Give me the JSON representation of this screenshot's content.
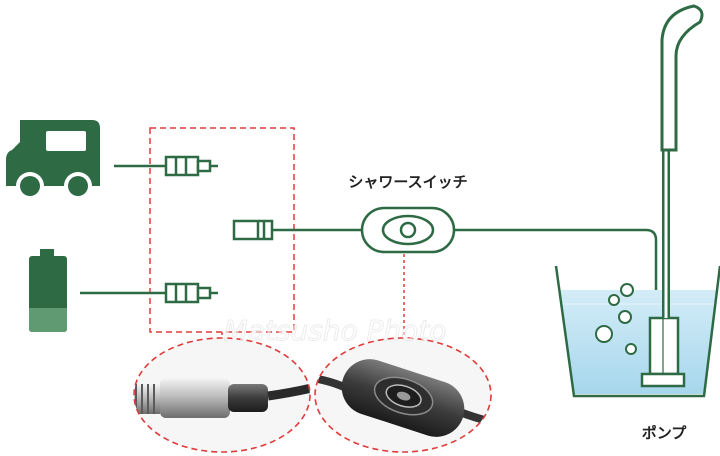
{
  "labels": {
    "shower_switch": "シャワースイッチ",
    "pump": "ポンプ"
  },
  "watermark": "Matsusho Photo",
  "icons": {
    "car": "car-icon",
    "battery": "battery-icon"
  },
  "colors": {
    "green": "#2e6b45",
    "green_light": "#5f9a72",
    "dash_red": "#e03b3b",
    "water": "#bfe3f2",
    "water_deep": "#9fd3ea",
    "text": "#222222"
  }
}
